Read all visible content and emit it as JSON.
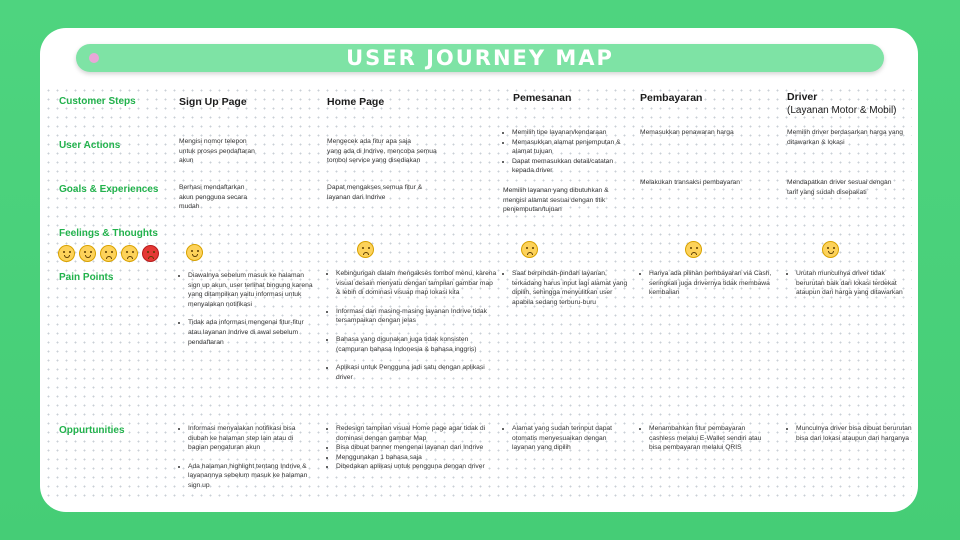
{
  "title": "USER JOURNEY MAP",
  "row_labels": {
    "customer_steps": "Customer Steps",
    "user_actions": "User Actions",
    "goals": "Goals & Experiences",
    "feelings": "Feelings & Thoughts",
    "pain_points": "Pain Points",
    "opportunities": "Oppurtunities"
  },
  "feelings_scale": [
    "grinning-face-icon",
    "smiling-face-icon",
    "slightly-frowning-face-icon",
    "frowning-face-icon",
    "angry-face-icon"
  ],
  "columns": {
    "signup": {
      "step": "Sign Up Page",
      "action": "Mengisi nomor telepon\nuntuk proses pendaftaran\nakun",
      "goal": "Berhasi mendaftarkan\nakun pengguna secara\nmudah",
      "feeling": "smiling-face-icon",
      "pain": [
        "Diawalnya sebelum masuk ke halaman sign up akun, user terlihat bingung karena yang ditampilkan yaitu informasi untuk menyalakan notifikasi",
        "Tidak ada informasi mengenai fitur-fitur atau layanan Indrive di awal sebelum pendaftaran"
      ],
      "opp": [
        "Informasi menyalakan notifikasi bisa diubah ke halaman step lain atau di bagian pengaturan akun",
        "Ada halaman highlight tentang Indrive & layanannya sebelum masuk ke halaman sign up"
      ]
    },
    "home": {
      "step": "Home Page",
      "action": "Mengecek ada fitur apa saja\nyang ada di Indrive, mencoba semua\ntombol service yang disediakan",
      "goal": "Dapat mengakses semua fitur &\nlayanan dari Indrive",
      "feeling": "slightly-frowning-face-icon",
      "pain": [
        "Kebingungan dalam mengakses tombol menu, karena visual desain menyatu dengan tampilan gambar map & lebih di dominasi visuap map lokasi kita",
        "Informasi dari masing-masing layanan Indrive tidak tersampaikan dengan jelas",
        "Bahasa yang digunakan juga tidak konsisten (campuran bahasa Indonesia & bahasa inggris)",
        "Aplikasi untuk Pengguna jadi satu dengan aplikasi driver"
      ],
      "opp": [
        "Redesign tampilan visual Home page agar tidak di dominasi dengan gambar Map",
        "Bisa dibuat banner mengenai layanan dari Indrive",
        "Menggunakan 1 bahasa saja",
        "Dibedakan aplikasi untuk pengguna dengan driver"
      ]
    },
    "order": {
      "step": "Pemesanan",
      "actions": [
        "Memilih tipe layanan/kendaraan",
        "Memasukkan alamat penjemputan & alamat tujuan",
        "Dapat memasukkan detail/catatan kepada driver"
      ],
      "goal": "Memilih layanan yang dibutuhkan &\nmengisi alamat sesuai dengan titik\npenjemputan/tujuan",
      "feeling": "frowning-face-icon",
      "pain": [
        "Saat berpindah-pindah layanan, terkadang harus input lagi alamat yang dipilih, sehingga menyulitkan user apabila sedang terburu-buru"
      ],
      "opp": [
        "Alamat yang sudah terinput dapat otomatis menyesuaikan dengan layanan yang dipilih"
      ]
    },
    "payment": {
      "step": "Pembayaran",
      "action": "Memasukkan penawaran harga",
      "goal": "Melakukan transaksi pembayaran",
      "feeling": "slightly-frowning-face-icon",
      "pain": [
        "Hanya ada pilihan pembayaran via Cash, seringkali juga drivernya tidak membawa kembalian"
      ],
      "opp": [
        "Menambahkan fitur pembayaran cashless melalui E-Wallet sendiri atau bisa pembayaran melalui QRIS"
      ]
    },
    "driver": {
      "step": "Driver",
      "step_sub": "(Layanan Motor & Mobil)",
      "action": "Memilih driver berdasarkan harga yang\nditawarkan & lokasi",
      "goal": "Mendapatkan driver sesuai dengan\ntarif yang sudah disepakati",
      "feeling": "smiling-face-icon",
      "pain": [
        "Urutan munculnya driver tidak berurutan baik dari lokasi terdekat ataupun dari harga yang ditawarkan"
      ],
      "opp": [
        "Munculnya driver bisa dibuat berurutan bisa dari lokasi ataupun dari harganya"
      ]
    }
  }
}
